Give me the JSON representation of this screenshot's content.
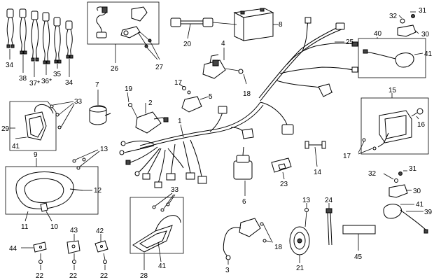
{
  "callouts": {
    "c1": "1",
    "c2": "2",
    "c3": "3",
    "c4": "4",
    "c5": "5",
    "c6": "6",
    "c7": "7",
    "c8": "8",
    "c9": "9",
    "c10": "10",
    "c11": "11",
    "c12": "12",
    "c13a": "13",
    "c13b": "13",
    "c14": "14",
    "c15": "15",
    "c16": "16",
    "c17a": "17",
    "c17b": "17",
    "c18a": "18",
    "c18b": "18",
    "c19": "19",
    "c20": "20",
    "c21": "21",
    "c22a": "22",
    "c22b": "22",
    "c22c": "22",
    "c23": "23",
    "c24": "24",
    "c25": "25",
    "c26": "26",
    "c27": "27",
    "c28": "28",
    "c29": "29",
    "c30a": "30",
    "c30b": "30",
    "c31a": "31",
    "c31b": "31",
    "c32a": "32",
    "c32b": "32",
    "c33a": "33",
    "c33b": "33",
    "c34a": "34",
    "c34b": "34",
    "c35": "35",
    "c36": "36*",
    "c37": "37*",
    "c38": "38",
    "c39": "39",
    "c40": "40",
    "c41a": "41",
    "c41b": "41",
    "c41c": "41",
    "c41d": "41",
    "c42": "42",
    "c43": "43",
    "c44": "44",
    "c45": "45"
  }
}
